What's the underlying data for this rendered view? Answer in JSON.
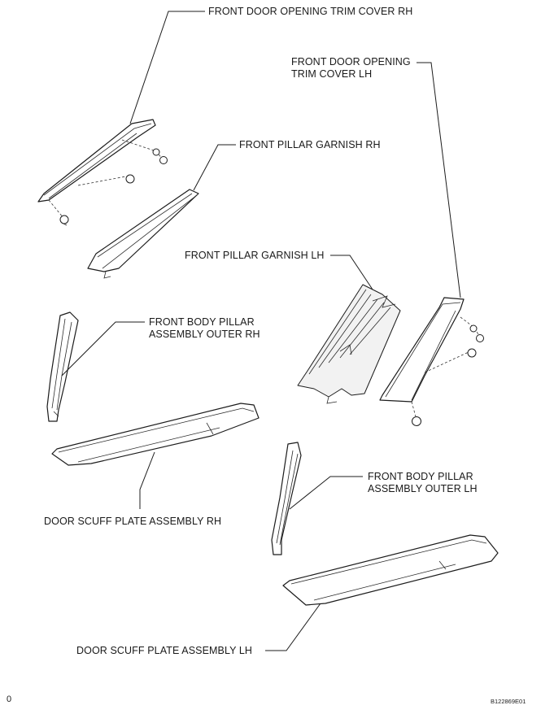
{
  "labels": {
    "front_door_trim_rh": "FRONT DOOR OPENING TRIM COVER RH",
    "front_door_trim_lh_line1": "FRONT DOOR OPENING",
    "front_door_trim_lh_line2": "TRIM COVER LH",
    "front_pillar_garnish_rh": "FRONT PILLAR GARNISH RH",
    "front_pillar_garnish_lh": "FRONT PILLAR GARNISH LH",
    "front_body_pillar_rh_line1": "FRONT BODY PILLAR",
    "front_body_pillar_rh_line2": "ASSEMBLY OUTER RH",
    "front_body_pillar_lh_line1": "FRONT BODY PILLAR",
    "front_body_pillar_lh_line2": "ASSEMBLY OUTER LH",
    "door_scuff_rh": "DOOR SCUFF PLATE ASSEMBLY RH",
    "door_scuff_lh": "DOOR SCUFF PLATE ASSEMBLY LH"
  },
  "corner": {
    "left": "0",
    "right": "B122869E01"
  }
}
